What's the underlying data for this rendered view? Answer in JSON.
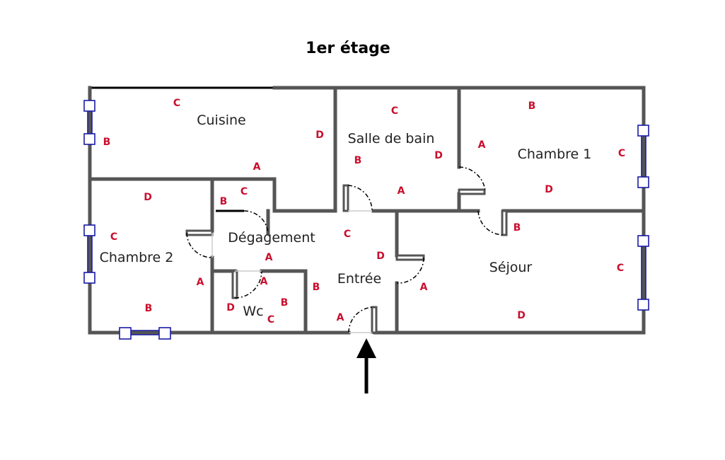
{
  "plan": {
    "title": "1er étage",
    "rooms": {
      "cuisine": "Cuisine",
      "salle_de_bain": "Salle de bain",
      "chambre_1": "Chambre 1",
      "chambre_2": "Chambre 2",
      "degagement": "Dégagement",
      "entree": "Entrée",
      "sejour": "Séjour",
      "wc": "Wc"
    },
    "wall_labels": {
      "cuisine": [
        "C",
        "B",
        "D",
        "A"
      ],
      "salle_de_bain": [
        "C",
        "B",
        "D",
        "A"
      ],
      "chambre_1": [
        "B",
        "A",
        "C",
        "D"
      ],
      "chambre_2": [
        "D",
        "C",
        "A",
        "B"
      ],
      "degagement": [
        "B",
        "C",
        "A",
        "A"
      ],
      "entree": [
        "C",
        "D",
        "B",
        "A"
      ],
      "sejour": [
        "B",
        "A",
        "C",
        "D"
      ],
      "wc": [
        "B",
        "D",
        "C"
      ]
    },
    "colors": {
      "wall": "#555555",
      "wall_label": "#c8102e",
      "window": "#1a1aa6",
      "text": "#222222"
    }
  }
}
